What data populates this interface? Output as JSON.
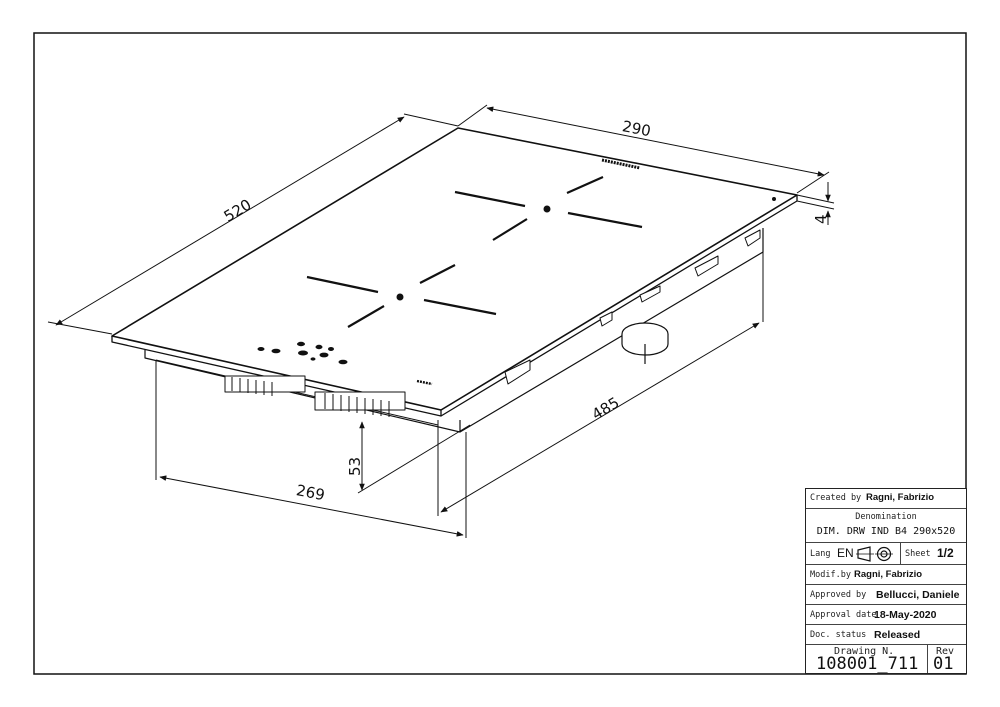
{
  "dimensions": {
    "width_top": "290",
    "length": "520",
    "thickness": "4",
    "cutout_depth": "485",
    "cutout_width": "269",
    "height": "53"
  },
  "title_block": {
    "created_by_label": "Created by",
    "created_by_value": "Ragni, Fabrizio",
    "denomination_label": "Denomination",
    "denomination_value": "DIM. DRW IND B4 290x520",
    "lang_label": "Lang",
    "lang_value": "EN",
    "sheet_label": "Sheet",
    "sheet_value": "1/2",
    "modified_by_label": "Modif.by",
    "modified_by_value": "Ragni, Fabrizio",
    "approved_by_label": "Approved by",
    "approved_by_value": "Bellucci, Daniele",
    "approval_date_label": "Approval date",
    "approval_date_value": "18-May-2020",
    "doc_status_label": "Doc. status",
    "doc_status_value": "Released",
    "drawing_no_label": "Drawing N.",
    "drawing_no_value": "108001_711",
    "rev_label": "Rev",
    "rev_value": "01"
  },
  "colors": {
    "line": "#111111",
    "background": "#ffffff"
  }
}
